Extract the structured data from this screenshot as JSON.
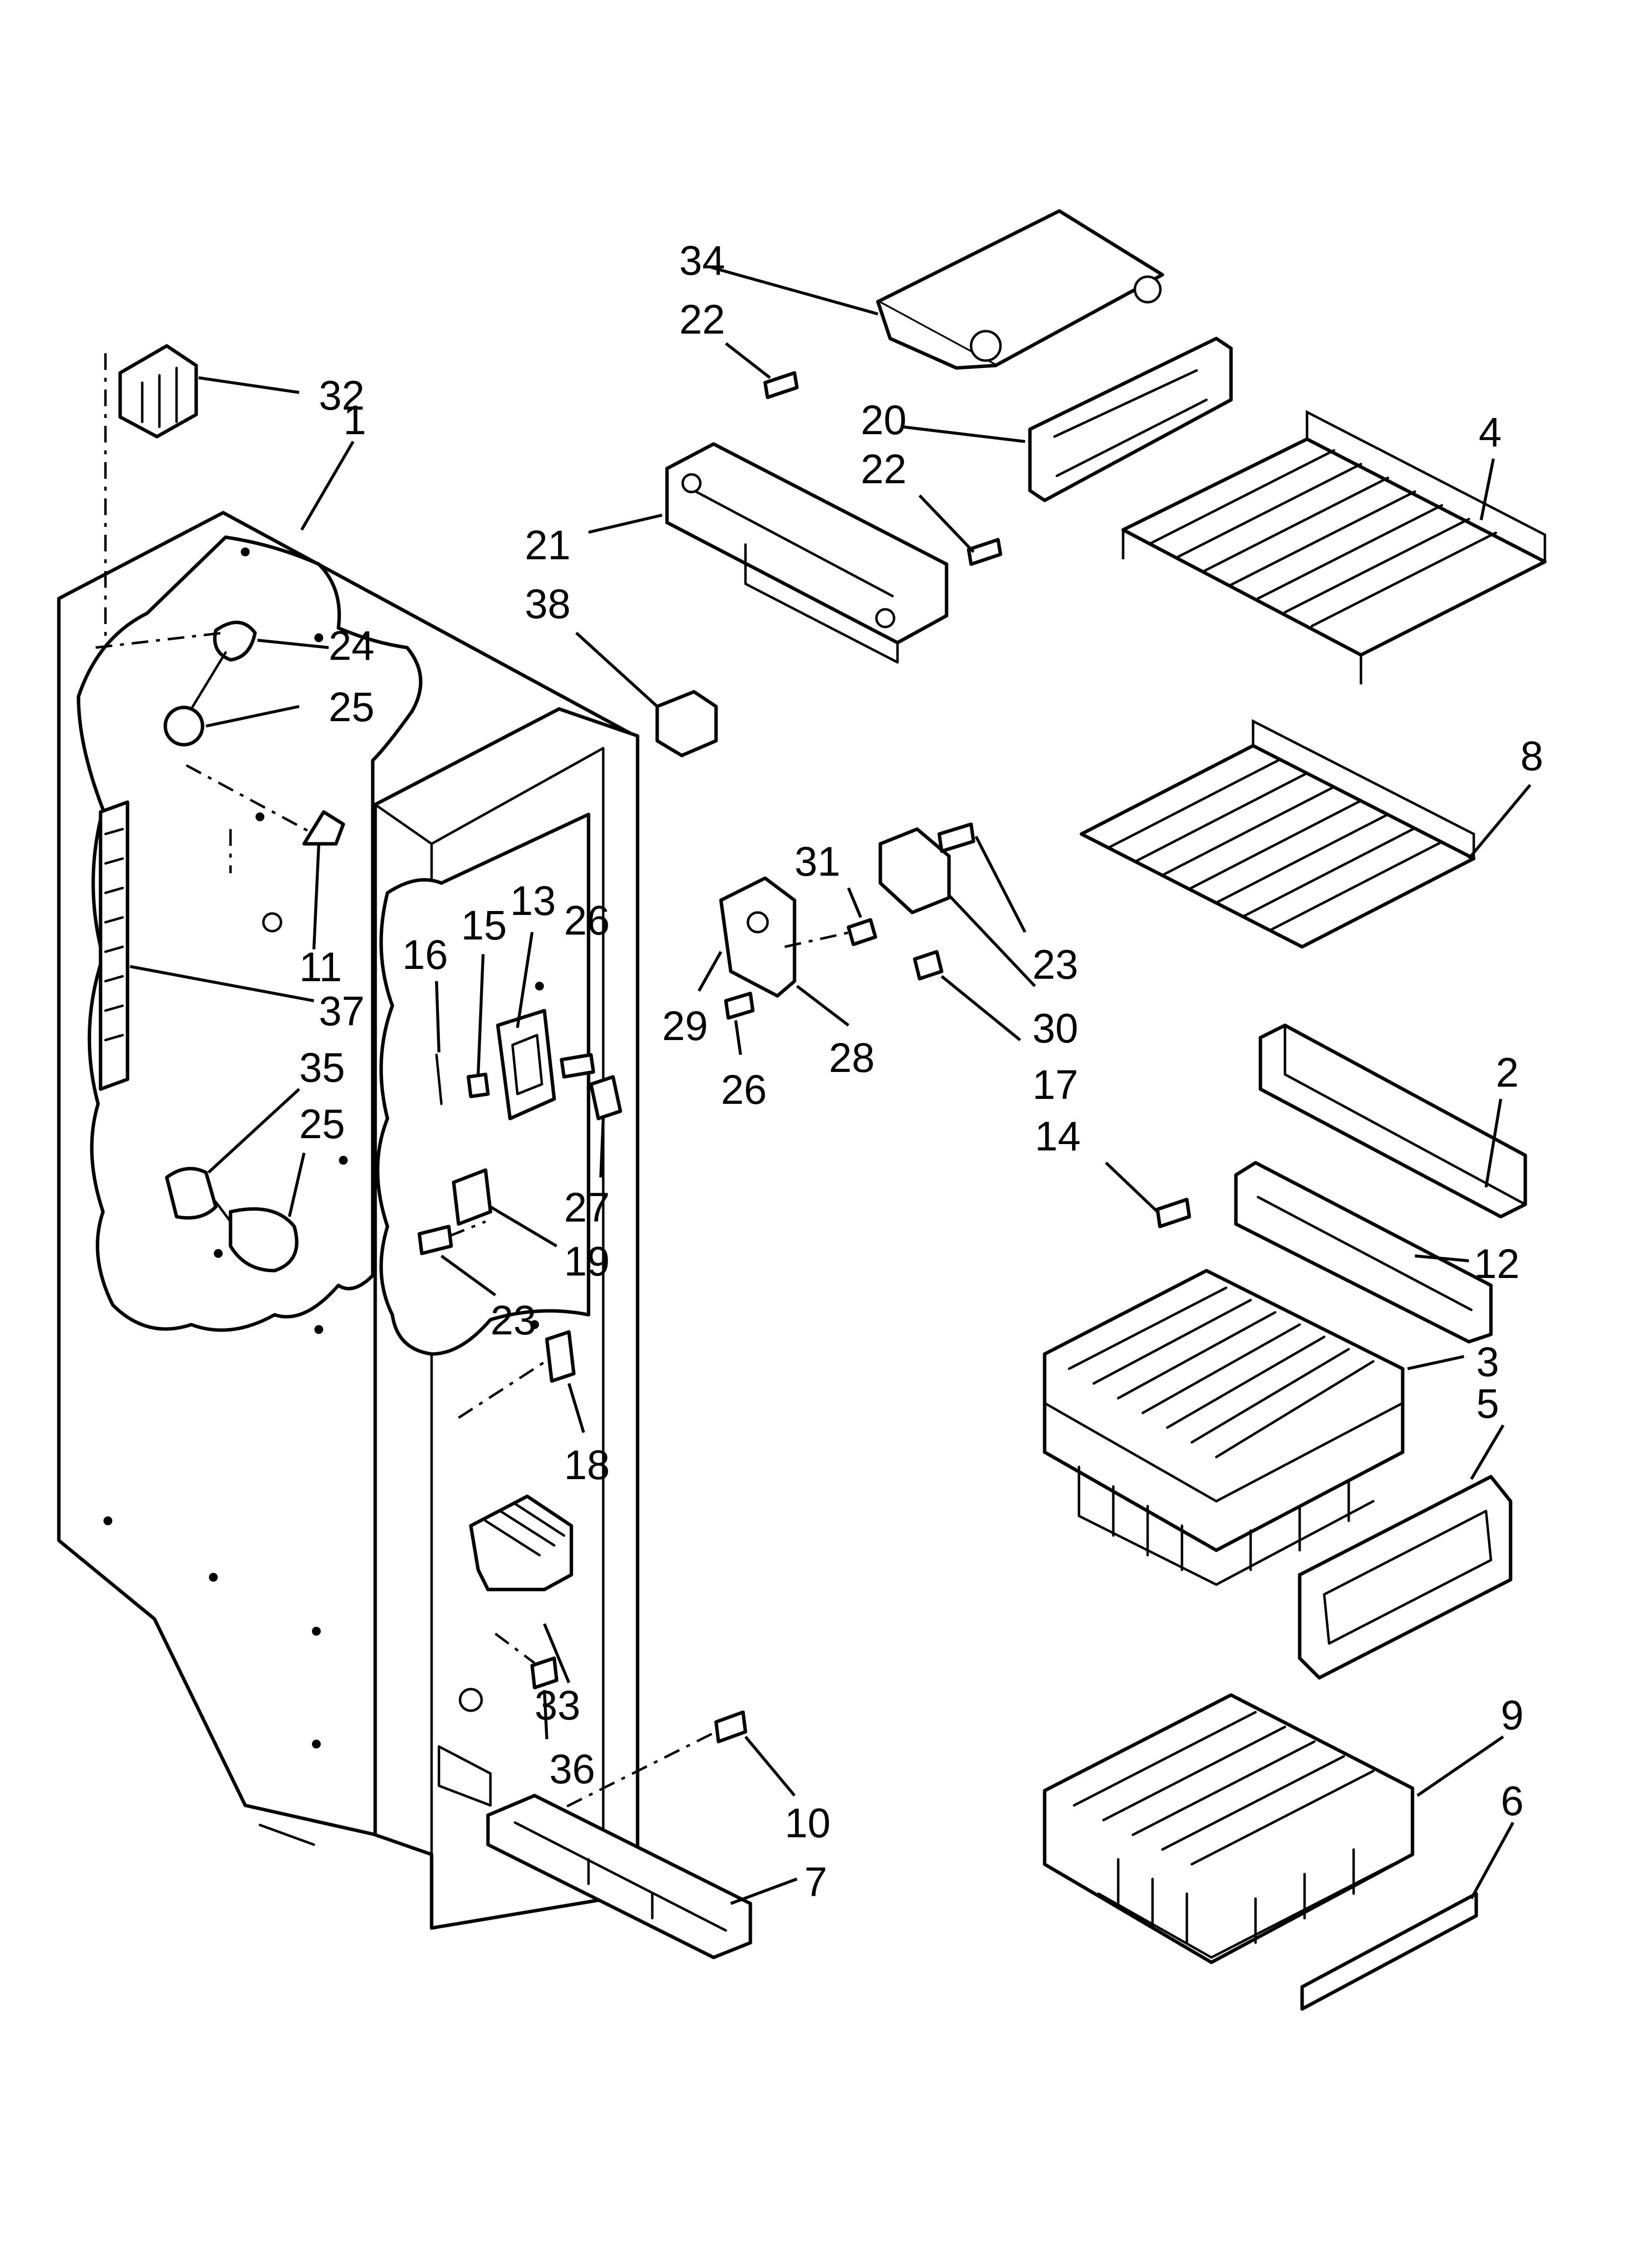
{
  "diagram": {
    "callouts": [
      {
        "id": "1",
        "label": "1"
      },
      {
        "id": "2",
        "label": "2"
      },
      {
        "id": "3",
        "label": "3"
      },
      {
        "id": "4",
        "label": "4"
      },
      {
        "id": "5",
        "label": "5"
      },
      {
        "id": "6",
        "label": "6"
      },
      {
        "id": "7",
        "label": "7"
      },
      {
        "id": "8",
        "label": "8"
      },
      {
        "id": "9",
        "label": "9"
      },
      {
        "id": "10",
        "label": "10"
      },
      {
        "id": "11",
        "label": "11"
      },
      {
        "id": "12",
        "label": "12"
      },
      {
        "id": "13",
        "label": "13"
      },
      {
        "id": "14",
        "label": "14"
      },
      {
        "id": "15",
        "label": "15"
      },
      {
        "id": "16",
        "label": "16"
      },
      {
        "id": "17",
        "label": "17"
      },
      {
        "id": "18",
        "label": "18"
      },
      {
        "id": "19",
        "label": "19"
      },
      {
        "id": "20",
        "label": "20"
      },
      {
        "id": "21",
        "label": "21"
      },
      {
        "id": "22a",
        "label": "22"
      },
      {
        "id": "22b",
        "label": "22"
      },
      {
        "id": "23a",
        "label": "23"
      },
      {
        "id": "23b",
        "label": "23"
      },
      {
        "id": "24",
        "label": "24"
      },
      {
        "id": "25a",
        "label": "25"
      },
      {
        "id": "25b",
        "label": "25"
      },
      {
        "id": "26a",
        "label": "26"
      },
      {
        "id": "26b",
        "label": "26"
      },
      {
        "id": "27",
        "label": "27"
      },
      {
        "id": "28",
        "label": "28"
      },
      {
        "id": "29",
        "label": "29"
      },
      {
        "id": "30",
        "label": "30"
      },
      {
        "id": "31",
        "label": "31"
      },
      {
        "id": "32",
        "label": "32"
      },
      {
        "id": "33",
        "label": "33"
      },
      {
        "id": "34",
        "label": "34"
      },
      {
        "id": "35",
        "label": "35"
      },
      {
        "id": "36",
        "label": "36"
      },
      {
        "id": "37",
        "label": "37"
      },
      {
        "id": "38",
        "label": "38"
      }
    ]
  }
}
